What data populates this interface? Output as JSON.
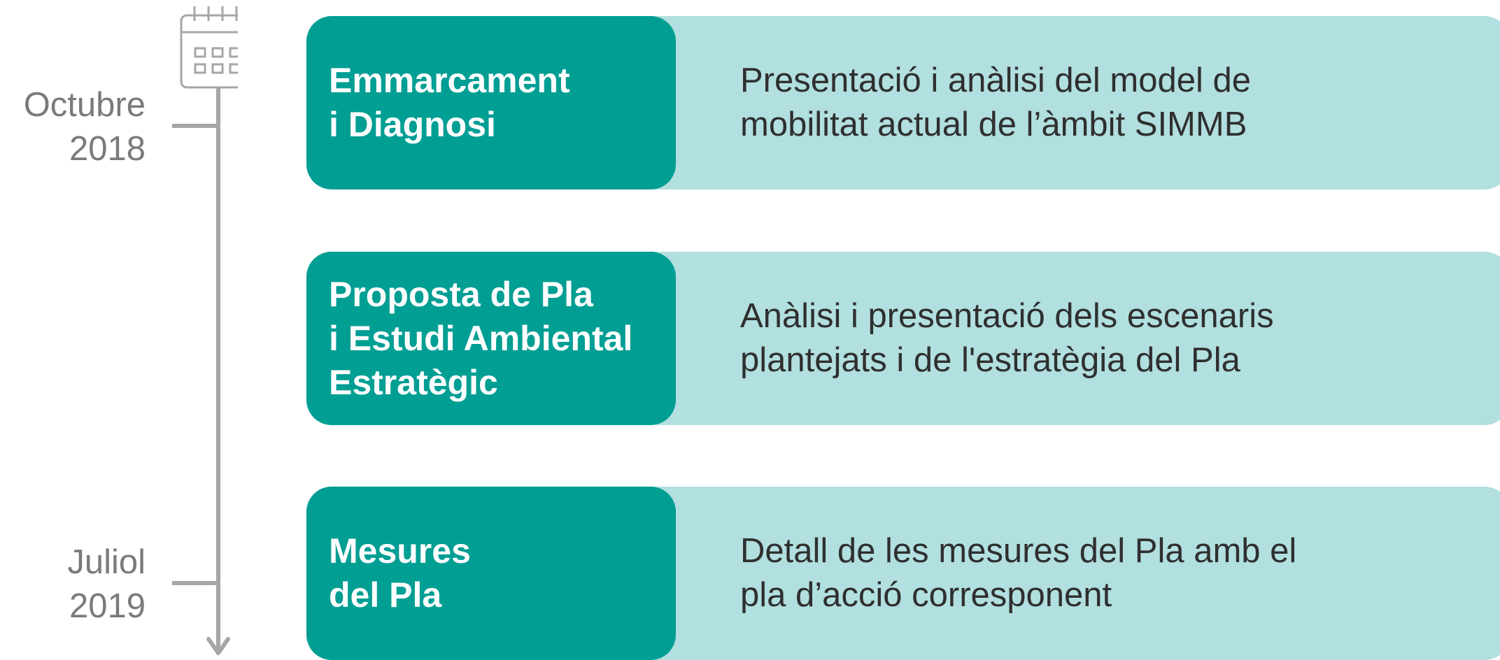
{
  "timeline": {
    "start_label": "Octubre\n2018",
    "end_label": "Juliol\n2019"
  },
  "phases": [
    {
      "title": "Emmarcament\ni Diagnosi",
      "description": "Presentació i anàlisi del model de\nmobilitat actual de l’àmbit SIMMB"
    },
    {
      "title": "Proposta de Pla\ni Estudi Ambiental\nEstratègic",
      "description": "Anàlisi i presentació dels escenaris\nplantejats i de l'estratègia del Pla"
    },
    {
      "title": "Mesures\ndel Pla",
      "description": "Detall de les mesures del Pla amb el\npla d’acció corresponent"
    }
  ],
  "colors": {
    "title_box": "#009e93",
    "row_background": "#b2dfdf",
    "timeline": "#a6a6a6",
    "date_text": "#7a7a7a",
    "description_text": "#2f2f2f"
  },
  "icons": {
    "timeline_top": "calendar-icon",
    "timeline_bottom": "arrow-down-icon"
  }
}
